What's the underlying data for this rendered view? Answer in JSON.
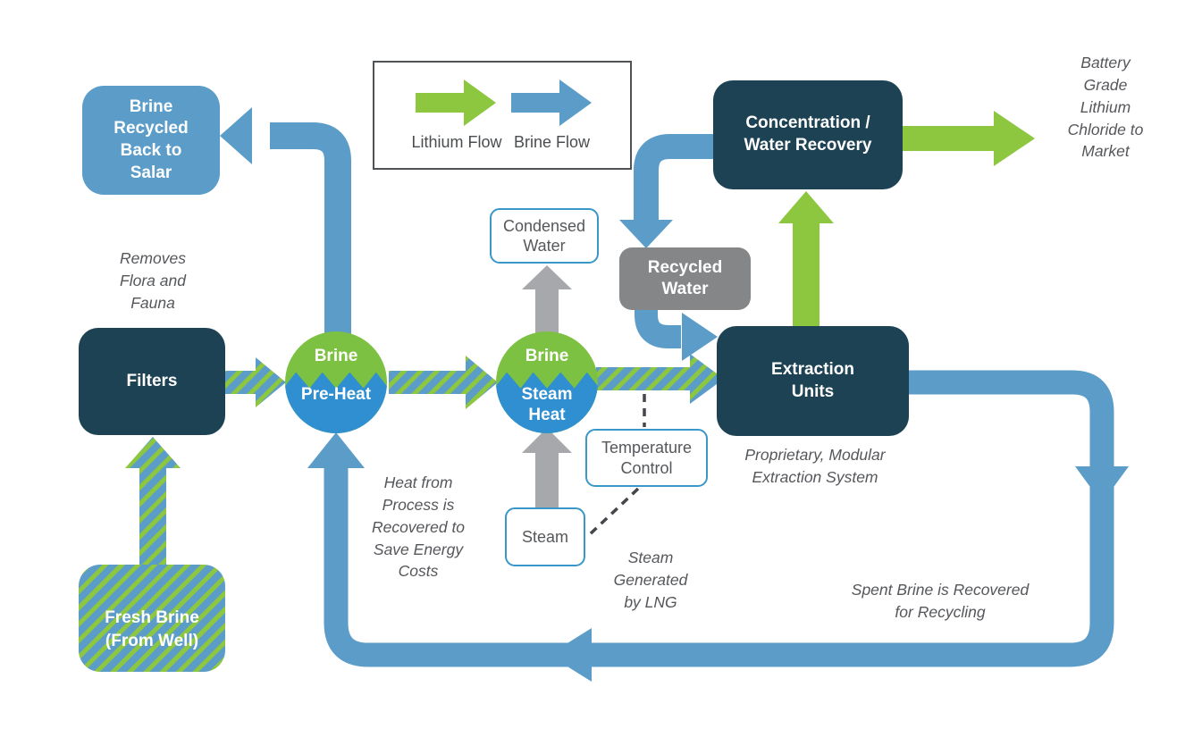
{
  "colors": {
    "navy": "#1d4254",
    "steel": "#5b9dc8",
    "green": "#8dc63f",
    "circle-green": "#7cc142",
    "circle-blue": "#2f8fd0",
    "gray-box": "#848688",
    "gray-arrow": "#a6a8ab",
    "text-gray": "#55575b",
    "outline-blue": "#3a97c9",
    "legend-border": "#4f5356",
    "dash": "#43474b"
  },
  "legend": {
    "lithium_label": "Lithium Flow",
    "brine_label": "Brine Flow"
  },
  "nodes": {
    "brine_recycled": {
      "lines": [
        "Brine",
        "Recycled",
        "Back to",
        "Salar"
      ]
    },
    "concentration": {
      "lines": [
        "Concentration /",
        "Water Recovery"
      ]
    },
    "condensed_water": {
      "lines": [
        "Condensed",
        "Water"
      ]
    },
    "recycled_water": {
      "lines": [
        "Recycled",
        "Water"
      ]
    },
    "filters": {
      "label": "Filters"
    },
    "pre_heat": {
      "top": "Brine",
      "bottom": "Pre-Heat"
    },
    "steam_heat": {
      "top": "Brine",
      "bottom_lines": [
        "Steam",
        "Heat"
      ]
    },
    "extraction": {
      "lines": [
        "Extraction",
        "Units"
      ]
    },
    "temperature_control": {
      "lines": [
        "Temperature",
        "Control"
      ]
    },
    "steam": {
      "label": "Steam"
    },
    "fresh_brine": {
      "lines": [
        "Fresh Brine",
        "(From Well)"
      ]
    }
  },
  "annotations": {
    "removes": {
      "lines": [
        "Removes",
        "Flora and",
        "Fauna"
      ]
    },
    "battery": {
      "lines": [
        "Battery",
        "Grade",
        "Lithium",
        "Chloride to",
        "Market"
      ]
    },
    "heat_recovered": {
      "lines": [
        "Heat from",
        "Process is",
        "Recovered to",
        "Save Energy",
        "Costs"
      ]
    },
    "steam_lng": {
      "lines": [
        "Steam",
        "Generated",
        "by LNG"
      ]
    },
    "proprietary": {
      "lines": [
        "Proprietary, Modular",
        "Extraction System"
      ]
    },
    "spent_brine": {
      "lines": [
        "Spent Brine is Recovered",
        "for Recycling"
      ]
    }
  }
}
